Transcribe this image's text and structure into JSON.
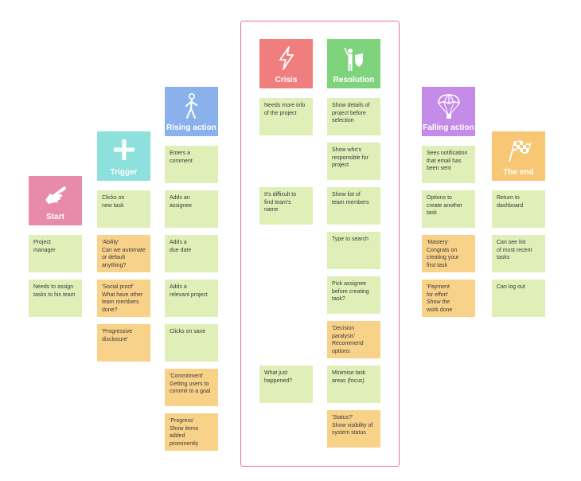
{
  "colors": {
    "start": "#e88aa9",
    "trigger": "#8de0dc",
    "rising": "#8ab1ec",
    "crisis": "#f07e7e",
    "resolution": "#7fd37c",
    "falling": "#c48ce8",
    "end": "#f7c773",
    "note_green": "#e0efb8",
    "note_orange": "#f9d28a",
    "frame": "#e6739a"
  },
  "columns": [
    {
      "id": "start",
      "label": "Start",
      "icon": "pointing-hand-icon",
      "notes": [
        {
          "text": "Project\nmanager",
          "kind": "green"
        },
        {
          "text": "Needs to assign\ntasks to his team",
          "kind": "green"
        }
      ]
    },
    {
      "id": "trigger",
      "label": "Trigger",
      "icon": "plus-icon",
      "notes": [
        {
          "text": "Clicks on\nnew task",
          "kind": "green"
        },
        {
          "text": "'Ability'\nCan we automate\nor default\nanything?",
          "kind": "orange"
        },
        {
          "text": "'Social proof'\nWhat have other\nteam members\ndone?",
          "kind": "orange"
        },
        {
          "text": "'Progressive\ndisclosure'",
          "kind": "orange"
        }
      ]
    },
    {
      "id": "rising",
      "label": "Rising action",
      "icon": "walking-person-icon",
      "notes": [
        {
          "text": "Enters a\ncomment",
          "kind": "green"
        },
        {
          "text": "Adds an\nassignee",
          "kind": "green"
        },
        {
          "text": "Adds a\ndue date",
          "kind": "green"
        },
        {
          "text": "Adds a\nrelevant project",
          "kind": "green"
        },
        {
          "text": "Clicks on save",
          "kind": "green"
        },
        {
          "text": "'Commitment'\nGetting users to\ncommit to a goal",
          "kind": "orange"
        },
        {
          "text": "'Progress'\nShow items added\nprominently",
          "kind": "orange"
        }
      ]
    },
    {
      "id": "crisis",
      "label": "Crisis",
      "icon": "lightning-icon",
      "notes": [
        {
          "text": "Needs more info\nof the project",
          "kind": "green",
          "slot": 0
        },
        {
          "text": "It's difficult to\nfind team's\nname",
          "kind": "green",
          "slot": 2
        },
        {
          "text": "What just\nhappened?",
          "kind": "green",
          "slot": 6
        }
      ]
    },
    {
      "id": "resolution",
      "label": "Resolution",
      "icon": "knight-shield-icon",
      "notes": [
        {
          "text": "Show details of\nproject before\nselection",
          "kind": "green"
        },
        {
          "text": "Show who's\nresponsible for\nproject",
          "kind": "green"
        },
        {
          "text": "Show list of\nteam members",
          "kind": "green"
        },
        {
          "text": "Type to search",
          "kind": "green"
        },
        {
          "text": "Pick assignee\nbefore creating\ntask?",
          "kind": "green"
        },
        {
          "text": "'Decision paralysis'\nRecommend\noptions",
          "kind": "orange"
        },
        {
          "text": "Minimise task\nareas (focus)",
          "kind": "green"
        },
        {
          "text": "'Status?'\nShow visibility of\nsystem status",
          "kind": "orange"
        }
      ]
    },
    {
      "id": "falling",
      "label": "Falling action",
      "icon": "parachute-icon",
      "notes": [
        {
          "text": "Sees notification\nthat email has\nbeen sent",
          "kind": "green"
        },
        {
          "text": "Options to\ncreate another\ntask",
          "kind": "green"
        },
        {
          "text": "'Mastery'\nCongrats on\ncreating your\nfirst task",
          "kind": "orange"
        },
        {
          "text": "'Payment\nfor effort'\nShow the\nwork done",
          "kind": "orange"
        }
      ]
    },
    {
      "id": "end",
      "label": "The end",
      "icon": "checkered-flag-icon",
      "notes": [
        {
          "text": "Return to\ndashboard",
          "kind": "green"
        },
        {
          "text": "Can see list\nof most recent\ntasks",
          "kind": "green"
        },
        {
          "text": "Can log out",
          "kind": "green"
        }
      ]
    }
  ]
}
